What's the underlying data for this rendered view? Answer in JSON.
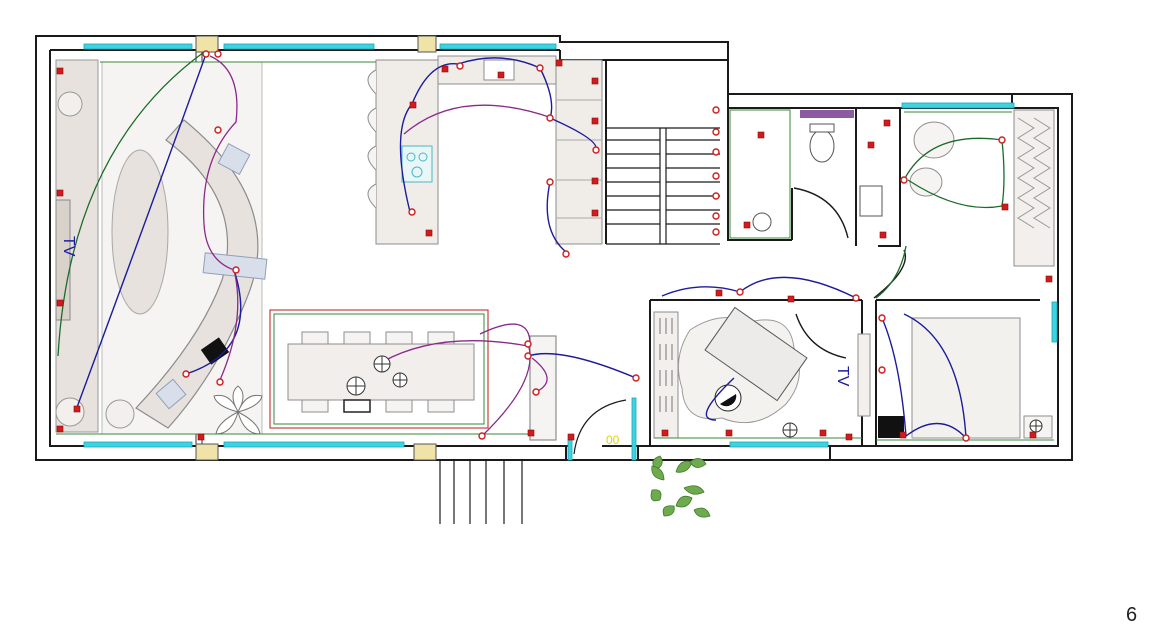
{
  "plan": {
    "tv_labels": [
      "TV",
      "TV"
    ],
    "door_mark": "00"
  },
  "page_number": "6",
  "colors": {
    "wall": "#1a1a1a",
    "glass": "#3fd3e0",
    "wire_blue": "#1c1c9c",
    "wire_purple": "#8a2a8a",
    "wire_green": "#1d6b2b",
    "socket_red": "#d01c1c",
    "furniture_fill": "#e7e2dd",
    "furniture_stroke": "#9a9a9a",
    "column_fill": "#efe3a8",
    "accent_yellow": "#e6d200"
  }
}
